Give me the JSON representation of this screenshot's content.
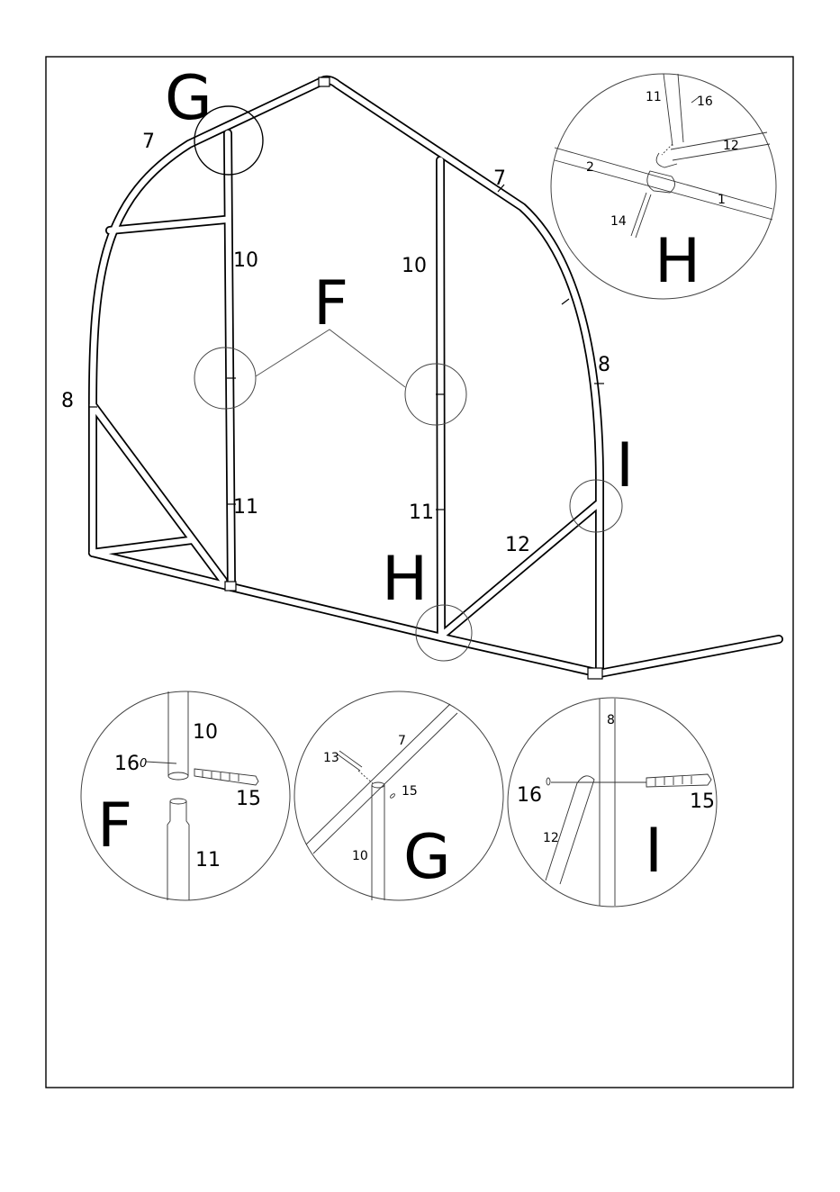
{
  "main_diagram": {
    "part_labels": {
      "rib_top_left": "7",
      "rib_top_right": "7",
      "rib_side_left": "8",
      "rib_side_right": "8",
      "upright_upper_left": "10",
      "upright_upper_middle": "10",
      "upright_lower_left": "11",
      "upright_lower_middle": "11",
      "brace_right": "12"
    },
    "callouts": {
      "g": "G",
      "f": "F",
      "h": "H",
      "i": "I"
    }
  },
  "detail_h": {
    "letter": "H",
    "labels": {
      "upright": "11",
      "pin": "16",
      "brace": "12",
      "rail_left": "2",
      "rail_right": "1",
      "bolt": "14"
    }
  },
  "detail_f": {
    "letter": "F",
    "labels": {
      "upper_tube": "10",
      "pin": "16",
      "pin_glyph": "0",
      "bolt": "15",
      "lower_tube": "11"
    }
  },
  "detail_g": {
    "letter": "G",
    "labels": {
      "rib": "7",
      "bolt": "13",
      "pin": "15",
      "upright": "10"
    }
  },
  "detail_i": {
    "letter": "I",
    "labels": {
      "rib": "8",
      "pin": "16",
      "bolt": "15",
      "brace": "12"
    }
  }
}
